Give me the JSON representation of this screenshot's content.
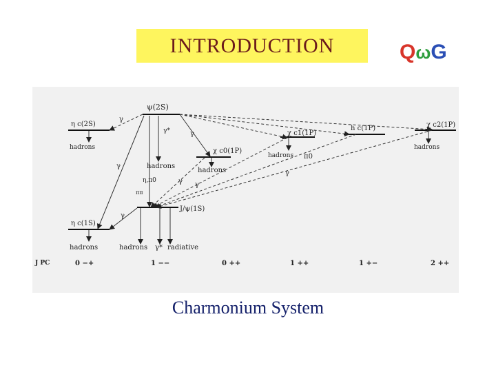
{
  "header": {
    "title": "INTRODUCTION",
    "title_bg": "#fef55e",
    "title_color": "#6b1b1b"
  },
  "logo": {
    "letters": [
      "Q",
      "ω",
      "G"
    ],
    "colors": [
      "#d8352a",
      "#2e9e3e",
      "#2b4fb5"
    ]
  },
  "diagram": {
    "states": {
      "psi2s": "ψ(2S)",
      "etac2s": "η c(2S)",
      "chic1": "χ c1(1P)",
      "hc": "h c(1P)",
      "chic2": "χ c2(1P)",
      "chic0": "χ c0(1P)",
      "jpsi": "J/ψ(1S)",
      "etac1s": "η c(1S)"
    },
    "transition_labels": {
      "gamma": "γ",
      "gamma_star": "γ*",
      "eta_pi0": "η,π0",
      "pi_pi": "ππ",
      "pi0": "π0"
    },
    "decay_labels": {
      "hadrons": "hadrons",
      "radiative": "radiative"
    },
    "jpc": {
      "label": "J PC",
      "values": [
        "0 −+",
        "1 −−",
        "0 ++",
        "1 ++",
        "1 +−",
        "2 ++"
      ]
    }
  },
  "caption": "Charmonium System"
}
